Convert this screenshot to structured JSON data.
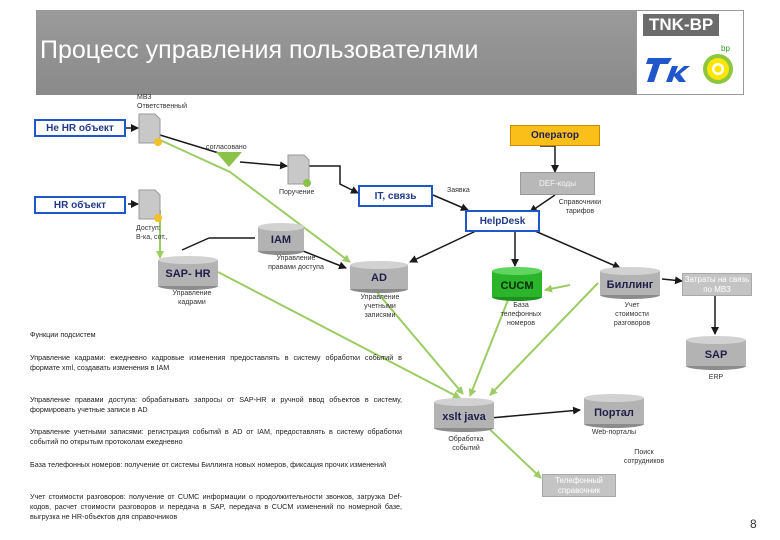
{
  "header": {
    "title": "Процесс управления пользователями",
    "logo_text": "TNK-BP",
    "bp_text": "bp"
  },
  "nodes": {
    "ne_hr": "Не HR объект",
    "hr": "HR объект",
    "operator": "Оператор",
    "def_codes": "DEF-коды",
    "it_svyaz": "IT, связь",
    "helpdesk": "HelpDesk",
    "iam": "IAM",
    "sap_hr": "SAP- HR",
    "ad": "AD",
    "cucm": "CUCM",
    "billing": "Биллинг",
    "zatraty": "Затраты на связь по МВЗ",
    "sap": "SAP",
    "xslt": "xslt java",
    "portal": "Портал",
    "tel_sprav": "Телефонный справочник"
  },
  "labels": {
    "mvz": "МВЗ",
    "otvetstvenny": "Ответственный",
    "soglasovano": "согласовано",
    "poruchenie": "Поручение",
    "zayavka": "Заявка",
    "sprav_tarifov": "Справочники тарифов",
    "dostup": "Доступ:",
    "dostup2": "В-ка, сот.,",
    "upr_pravami": "Управление правами доступа",
    "upr_kadrami": "Управление кадрами",
    "upr_zapisyami": "Управление учетными записями",
    "baza_nomerov": "База телефонных номеров",
    "uchet": "Учет стоимости разговоров",
    "erp": "ERP",
    "obrabotka": "Обработка событий",
    "web_portaly": "Web-порталы",
    "poisk": "Поиск сотрудников"
  },
  "functions": {
    "heading": "Функции подсистем",
    "items": [
      "Управление кадрами: ежедневно кадровые изменения предоставлять в систему обработки событий в формате xml, создавать изменения в IAM",
      "Управление правами доступа: обрабатывать запросы от SAP-HR и ручной ввод объектов в систему, формировать учетные записи в AD",
      "Управление учетными записями: регистрация событий в AD от IAM, предоставлять в систему обработки событий по открытым протоколам ежедневно",
      "База телефонных номеров: получение от системы Биллинга новых номеров, фиксация прочих изменений",
      "Учет стоимости разговоров: получение от CUMC информации о продолжительности звонков, загрузка Def-кодов, расчет стоимости разговоров и передача в SAP, передача в CUCM изменений по номерной базе, выгрузка не HR-объектов для справочников"
    ]
  },
  "page_number": "8",
  "colors": {
    "blue": "#1f56c9",
    "orange": "#fbbf1a",
    "green_line": "#9ccc65",
    "dark_line": "#1a1a1a",
    "cucm_green": "#2bb52b"
  }
}
